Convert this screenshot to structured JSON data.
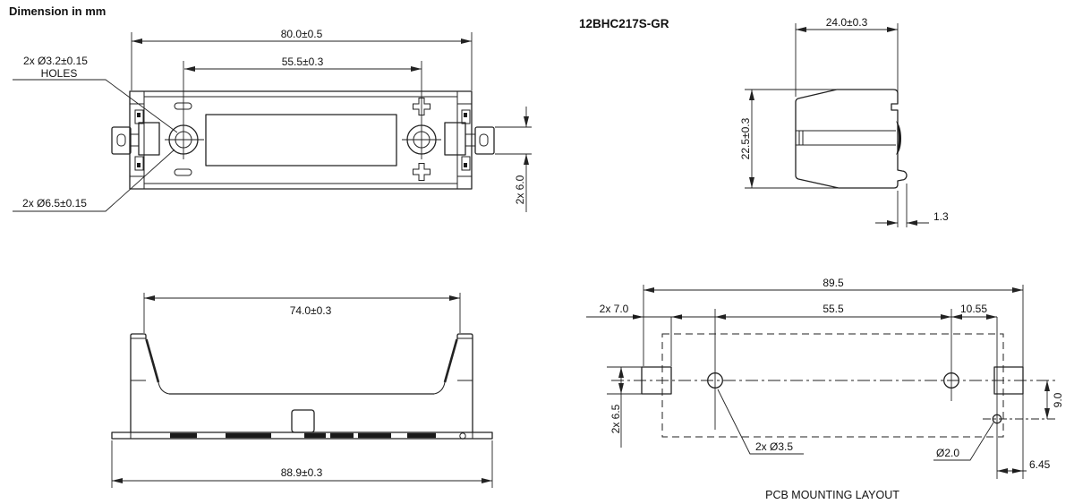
{
  "sheet": {
    "title": "Dimension in mm",
    "part_number": "12BHC217S-GR"
  },
  "top_view": {
    "dim_overall_width": "80.0±0.5",
    "dim_hole_spacing": "55.5±0.3",
    "label_holes_small_line1": "2x Ø3.2±0.15",
    "label_holes_small_line2": "HOLES",
    "label_holes_large": "2x Ø6.5±0.15",
    "dim_tab_height": "2x 6.0"
  },
  "side_view": {
    "dim_width": "24.0±0.3",
    "dim_height": "22.5±0.3",
    "dim_pin_protrusion": "1.3"
  },
  "front_view": {
    "dim_inner_width": "74.0±0.3",
    "dim_overall_width": "88.9±0.3"
  },
  "pcb_layout": {
    "caption": "PCB MOUNTING LAYOUT",
    "dim_overall": "89.5",
    "dim_pad_width": "2x 7.0",
    "dim_hole_spacing": "55.5",
    "dim_hole_to_pin": "10.55",
    "dim_pad_height": "2x 6.5",
    "dim_pin_offset_v": "9.0",
    "dim_pin_offset_h": "6.45",
    "label_mounting_holes": "2x Ø3.5",
    "label_pin_hole": "Ø2.0"
  }
}
